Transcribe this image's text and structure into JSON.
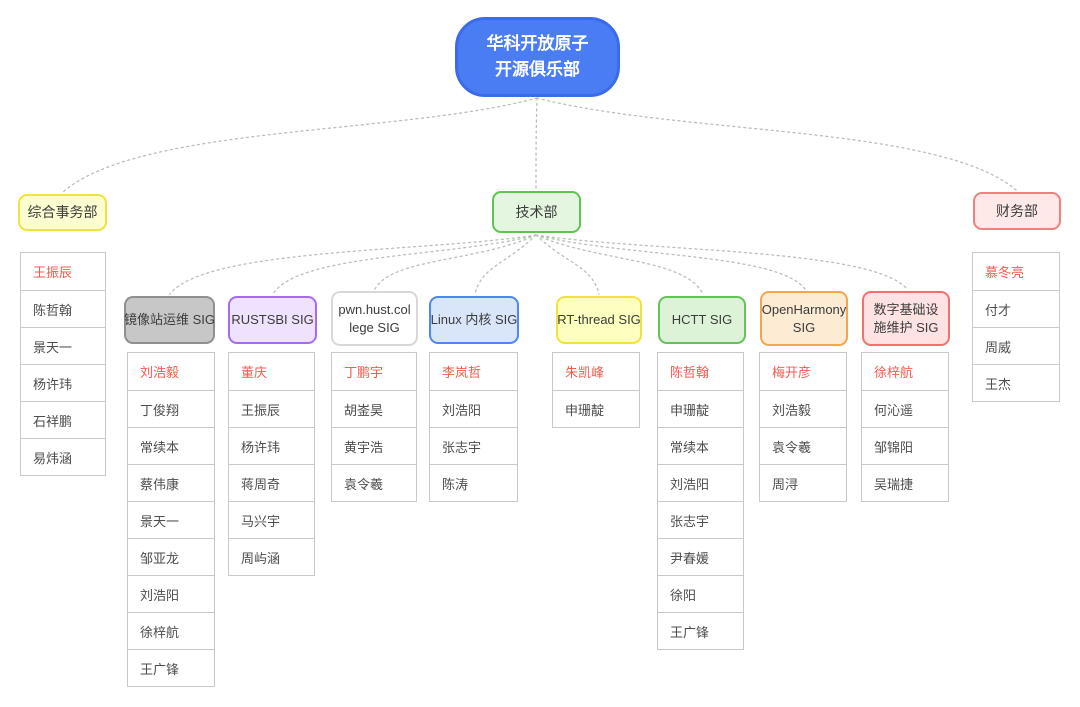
{
  "root": {
    "line1": "华科开放原子",
    "line2": "开源俱乐部",
    "fill": "#4A7CF3",
    "border": "#3B6BE8"
  },
  "departments": [
    {
      "label": "综合事务部",
      "fill": "#FDFDD2",
      "border": "#EFE33D",
      "members": [
        "王振辰",
        "陈哲翰",
        "景天一",
        "杨许玮",
        "石祥鹏",
        "易炜涵"
      ]
    },
    {
      "label": "技术部",
      "fill": "#E4F6DF",
      "border": "#5FC350"
    },
    {
      "label": "财务部",
      "fill": "#FFE9E8",
      "border": "#F47E7E",
      "members": [
        "慕冬亮",
        "付才",
        "周威",
        "王杰"
      ]
    }
  ],
  "sigs": [
    {
      "label": "镜像站运维 SIG",
      "fill": "#C7C7C7",
      "border": "#909090",
      "members": [
        "刘浩毅",
        "丁俊翔",
        "常续本",
        "蔡伟康",
        "景天一",
        "邹亚龙",
        "刘浩阳",
        "徐梓航",
        "王广锋"
      ]
    },
    {
      "label": "RUSTSBI SIG",
      "fill": "#EFE2FE",
      "border": "#A76BF2",
      "members": [
        "董庆",
        "王振辰",
        "杨许玮",
        "蒋周奇",
        "马兴宇",
        "周屿涵"
      ]
    },
    {
      "label": "pwn.hust.college SIG",
      "fill": "#FFFFFF",
      "border": "#D8D8D8",
      "members": [
        "丁鹏宇",
        "胡崟昊",
        "黄宇浩",
        "袁令羲"
      ]
    },
    {
      "label": "Linux 内核 SIG",
      "fill": "#D9E6FA",
      "border": "#4E86F2",
      "members": [
        "李岚哲",
        "刘浩阳",
        "张志宇",
        "陈涛"
      ]
    },
    {
      "label": "RT-thread SIG",
      "fill": "#FDFFBE",
      "border": "#F2E23C",
      "members": [
        "朱凯峰",
        "申珊靛"
      ]
    },
    {
      "label": "HCTT SIG",
      "fill": "#DCF3D7",
      "border": "#61C454",
      "members": [
        "陈哲翰",
        "申珊靛",
        "常续本",
        "刘浩阳",
        "张志宇",
        "尹春媛",
        "徐阳",
        "王广锋"
      ]
    },
    {
      "label": "OpenHarmony SIG",
      "fill": "#FEEBD3",
      "border": "#F2A64E",
      "members": [
        "梅开彦",
        "刘浩毅",
        "袁令羲",
        "周浔"
      ]
    },
    {
      "label": "数字基础设施维护 SIG",
      "fill": "#FFE2E2",
      "border": "#F56F6F",
      "members": [
        "徐梓航",
        "何沁遥",
        "邹锦阳",
        "吴瑞捷"
      ]
    }
  ],
  "colors": {
    "member_highlight": "#F85A50",
    "connector": "#BDBDBD"
  }
}
